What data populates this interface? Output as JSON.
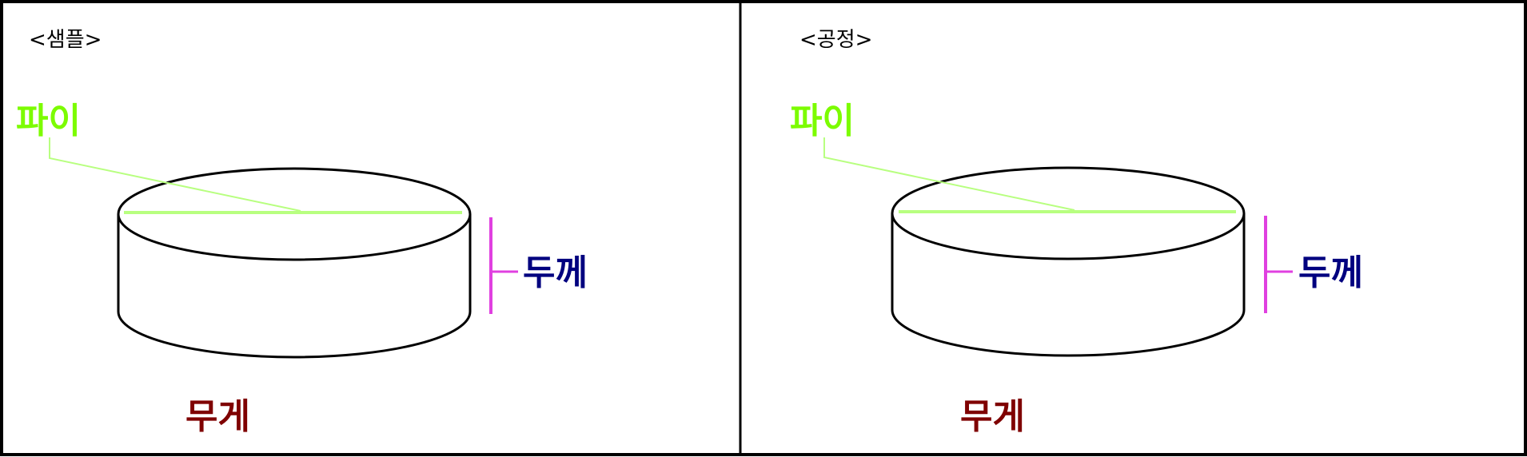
{
  "colors": {
    "border": "#000000",
    "diameter": "#7cfc00",
    "diameter_line": "#b8ff80",
    "thickness_label": "#00007f",
    "thickness_bracket": "#e040e0",
    "weight": "#7f0000"
  },
  "panels": [
    {
      "title": "<샘플>",
      "diameter_label": "파이",
      "thickness_label": "두께",
      "weight_label": "무게"
    },
    {
      "title": "<공정>",
      "diameter_label": "파이",
      "thickness_label": "두께",
      "weight_label": "무게"
    }
  ]
}
